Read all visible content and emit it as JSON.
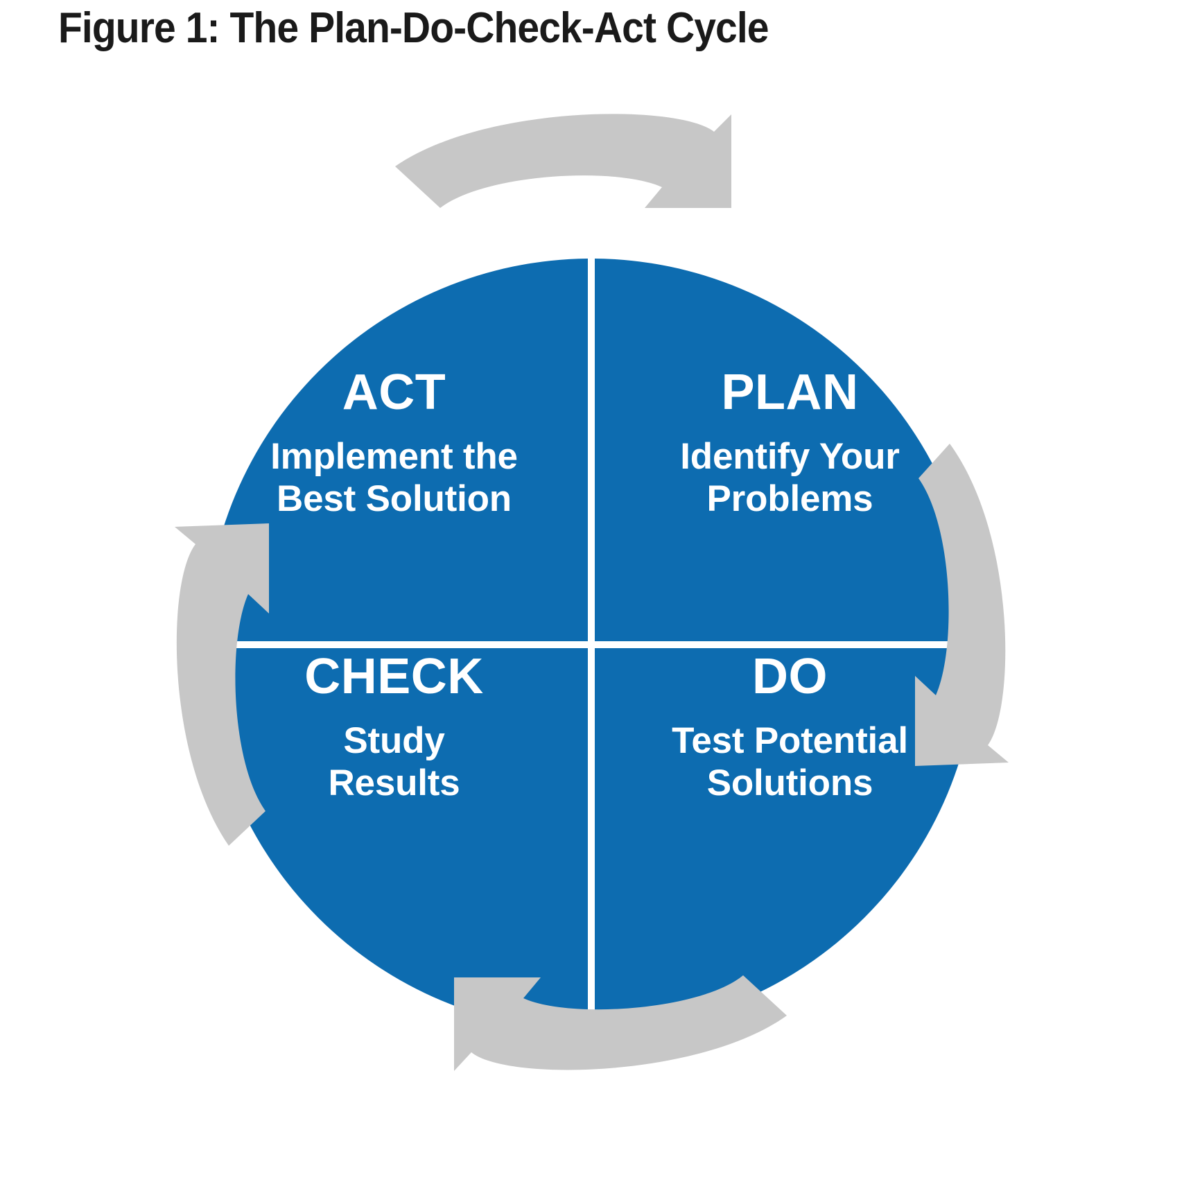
{
  "figure": {
    "title": "Figure 1: The Plan-Do-Check-Act Cycle"
  },
  "colors": {
    "wheel_blue": "#0D6CB0",
    "arrow_gray": "#C7C7C7",
    "text_white": "#FFFFFF",
    "title_black": "#1A1A1A",
    "background": "#FFFFFF"
  },
  "cycle": {
    "quadrants": [
      {
        "id": "plan",
        "position": "top-right",
        "title": "PLAN",
        "description_line1": "Identify Your",
        "description_line2": "Problems"
      },
      {
        "id": "do",
        "position": "bottom-right",
        "title": "DO",
        "description_line1": "Test Potential",
        "description_line2": "Solutions"
      },
      {
        "id": "check",
        "position": "bottom-left",
        "title": "CHECK",
        "description_line1": "Study",
        "description_line2": "Results"
      },
      {
        "id": "act",
        "position": "top-left",
        "title": "ACT",
        "description_line1": "Implement the",
        "description_line2": "Best Solution"
      }
    ],
    "arrows": [
      {
        "id": "arrow-top",
        "icon": "curved-arrow-right-icon",
        "direction": "clockwise",
        "from": "act",
        "to": "plan"
      },
      {
        "id": "arrow-right",
        "icon": "curved-arrow-down-icon",
        "direction": "clockwise",
        "from": "plan",
        "to": "do"
      },
      {
        "id": "arrow-bottom",
        "icon": "curved-arrow-left-icon",
        "direction": "clockwise",
        "from": "do",
        "to": "check"
      },
      {
        "id": "arrow-left",
        "icon": "curved-arrow-up-icon",
        "direction": "clockwise",
        "from": "check",
        "to": "act"
      }
    ]
  },
  "chart_data": {
    "type": "diagram",
    "subtype": "cycle-wheel",
    "title": "Figure 1: The Plan-Do-Check-Act Cycle",
    "segments": 4,
    "segment_order_clockwise": [
      "PLAN",
      "DO",
      "CHECK",
      "ACT"
    ],
    "segment_labels": [
      "PLAN",
      "DO",
      "CHECK",
      "ACT"
    ],
    "segment_captions": [
      "Identify Your Problems",
      "Test Potential Solutions",
      "Study Results",
      "Implement the Best Solution"
    ],
    "legend": null,
    "grid": false
  }
}
